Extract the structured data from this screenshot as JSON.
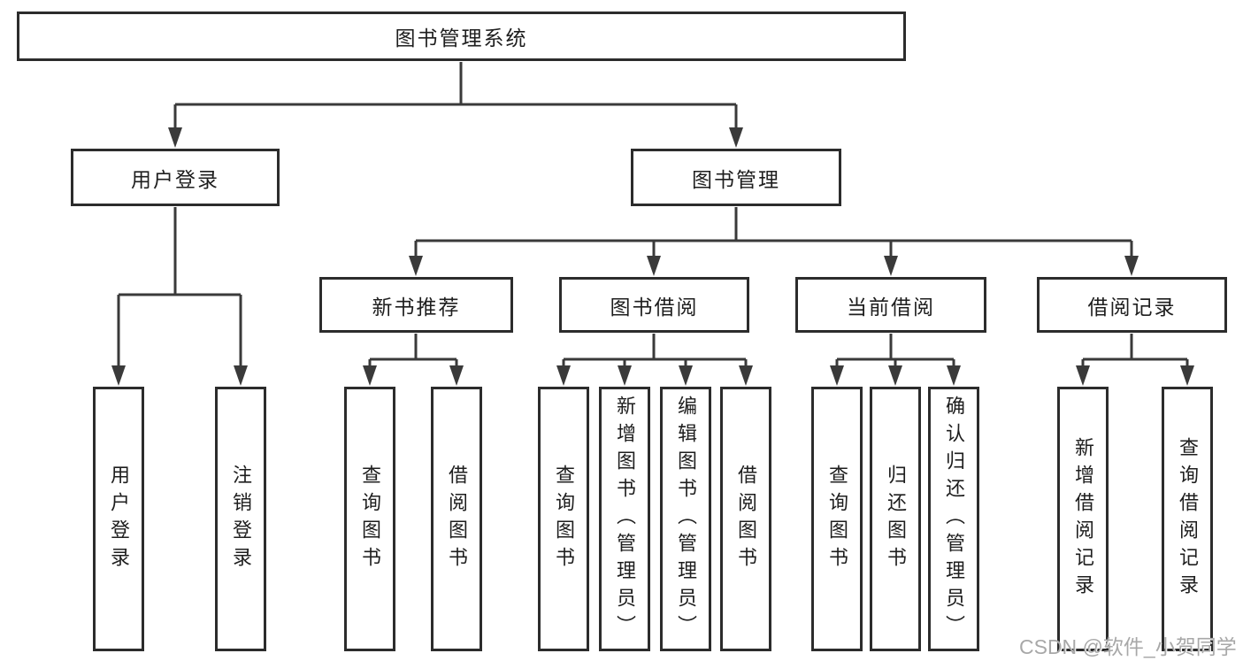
{
  "colors": {
    "line": "#3a3a3a",
    "box_border": "#2c2c2c",
    "text": "#1e1e1e",
    "watermark": "#a8a8a8",
    "background": "#ffffff"
  },
  "watermark": {
    "text": "CSDN @软件_小贺同学"
  },
  "chart_type": "org-tree-diagram",
  "tree": {
    "label": "图书管理系统",
    "children": [
      {
        "label": "用户登录",
        "children": [
          {
            "label": "用户登录"
          },
          {
            "label": "注销登录"
          }
        ]
      },
      {
        "label": "图书管理",
        "children": [
          {
            "label": "新书推荐",
            "children": [
              {
                "label": "查询图书"
              },
              {
                "label": "借阅图书"
              }
            ]
          },
          {
            "label": "图书借阅",
            "children": [
              {
                "label": "查询图书"
              },
              {
                "label": "新增图书（管理员）"
              },
              {
                "label": "编辑图书（管理员）"
              },
              {
                "label": "借阅图书"
              }
            ]
          },
          {
            "label": "当前借阅",
            "children": [
              {
                "label": "查询图书"
              },
              {
                "label": "归还图书"
              },
              {
                "label": "确认归还（管理员）"
              }
            ]
          },
          {
            "label": "借阅记录",
            "children": [
              {
                "label": "新增借阅记录"
              },
              {
                "label": "查询借阅记录"
              }
            ]
          }
        ]
      }
    ]
  }
}
